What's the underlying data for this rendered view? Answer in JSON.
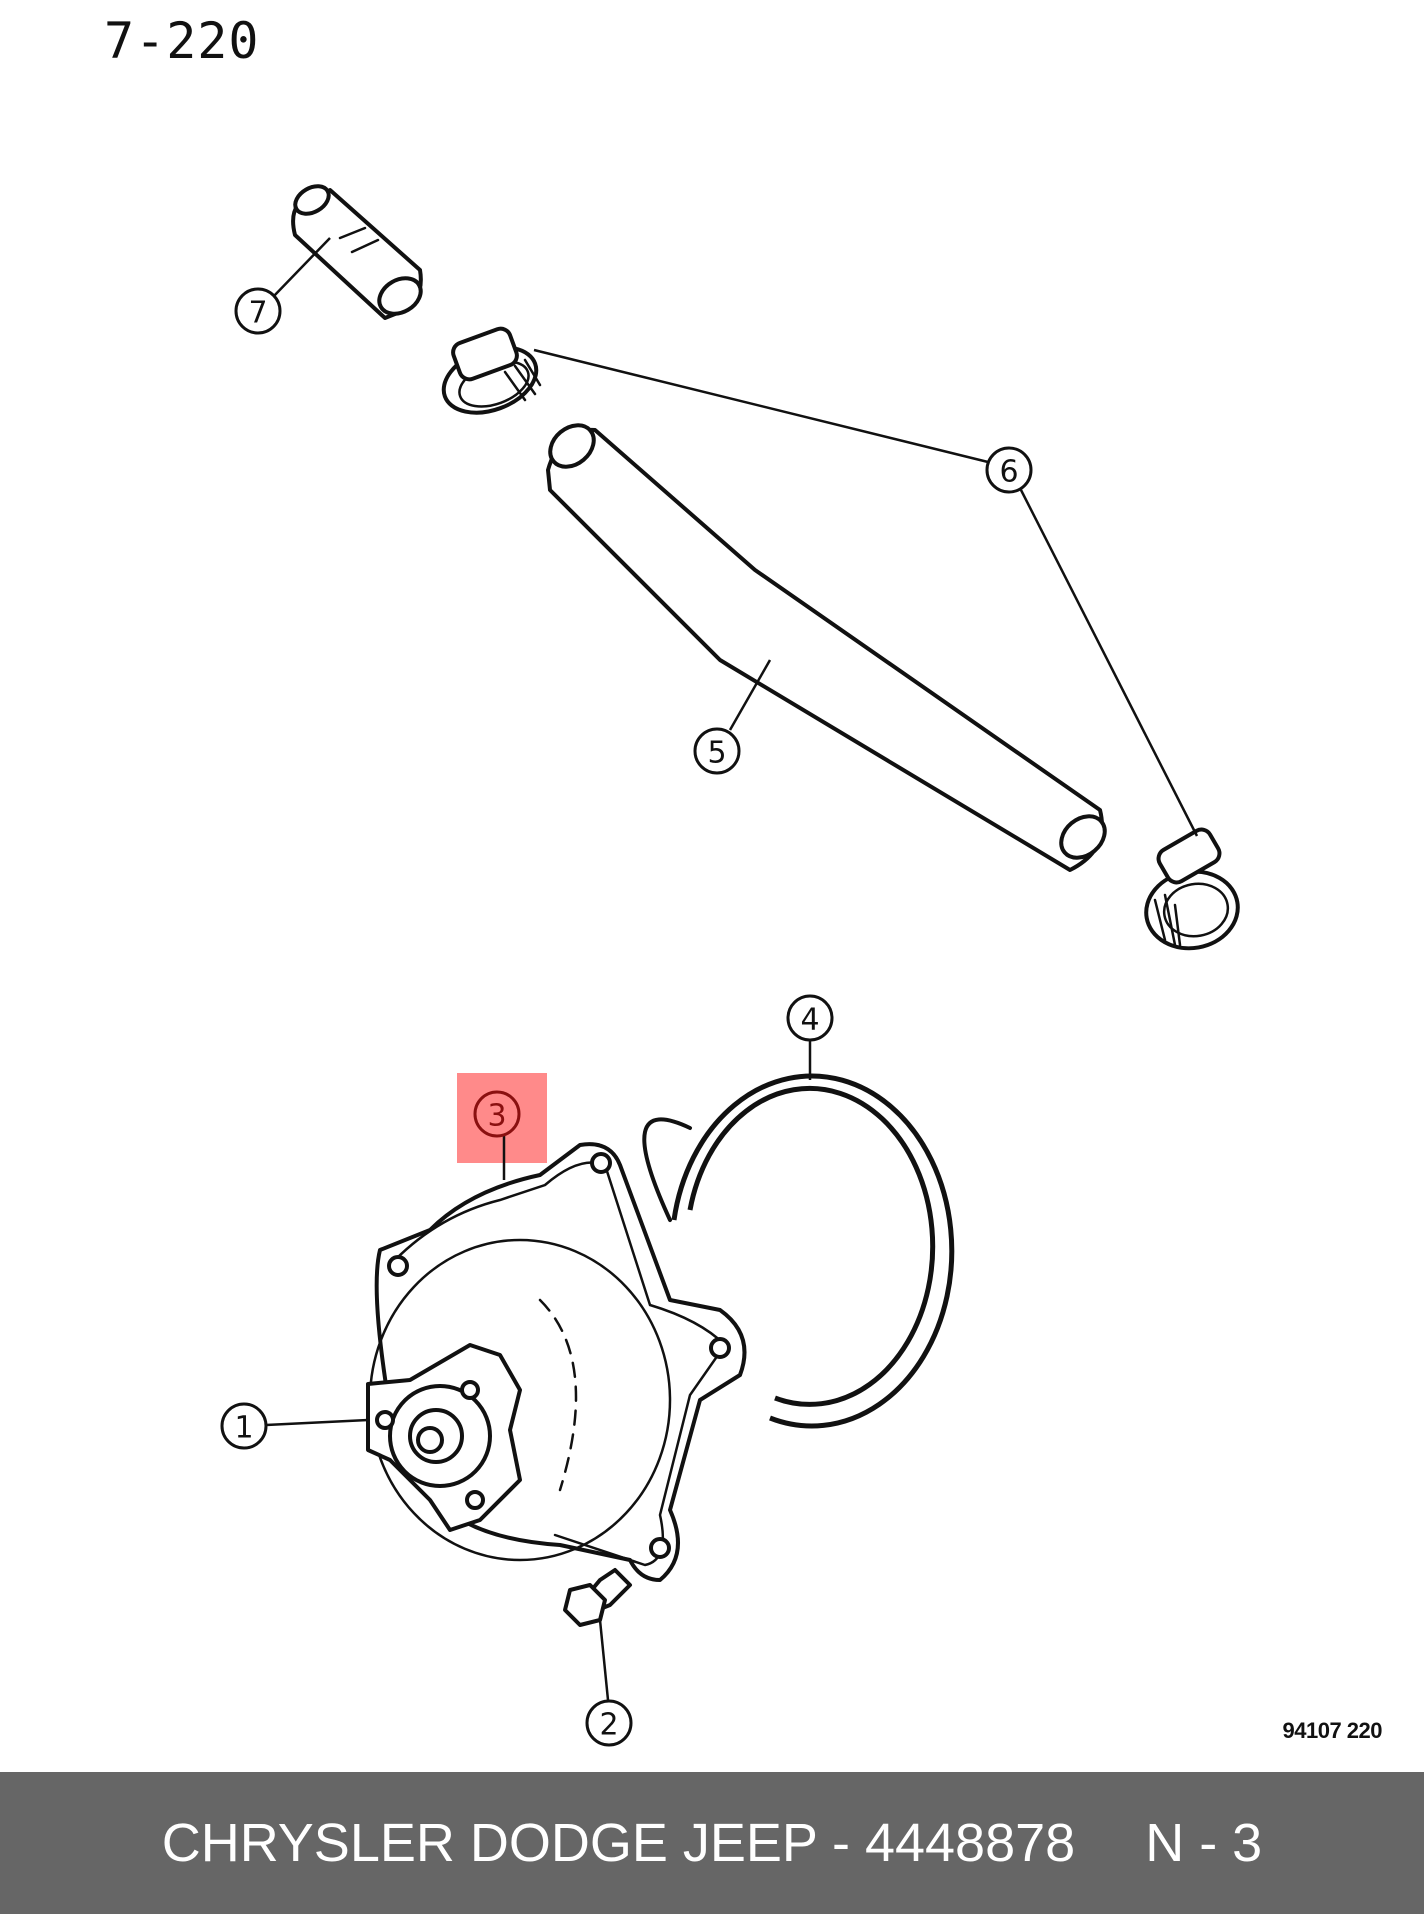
{
  "title": "7-220",
  "drawing_number": "94107  220",
  "highlight_color": "#ff8a8a",
  "callouts": [
    {
      "id": "1",
      "label": "1"
    },
    {
      "id": "2",
      "label": "2"
    },
    {
      "id": "3",
      "label": "3",
      "highlighted": true
    },
    {
      "id": "4",
      "label": "4"
    },
    {
      "id": "5",
      "label": "5"
    },
    {
      "id": "6",
      "label": "6"
    },
    {
      "id": "7",
      "label": "7"
    }
  ],
  "footer": {
    "brand_part": "CHRYSLER DODGE JEEP - 4448878",
    "position": "N - 3",
    "background": "#666666"
  }
}
